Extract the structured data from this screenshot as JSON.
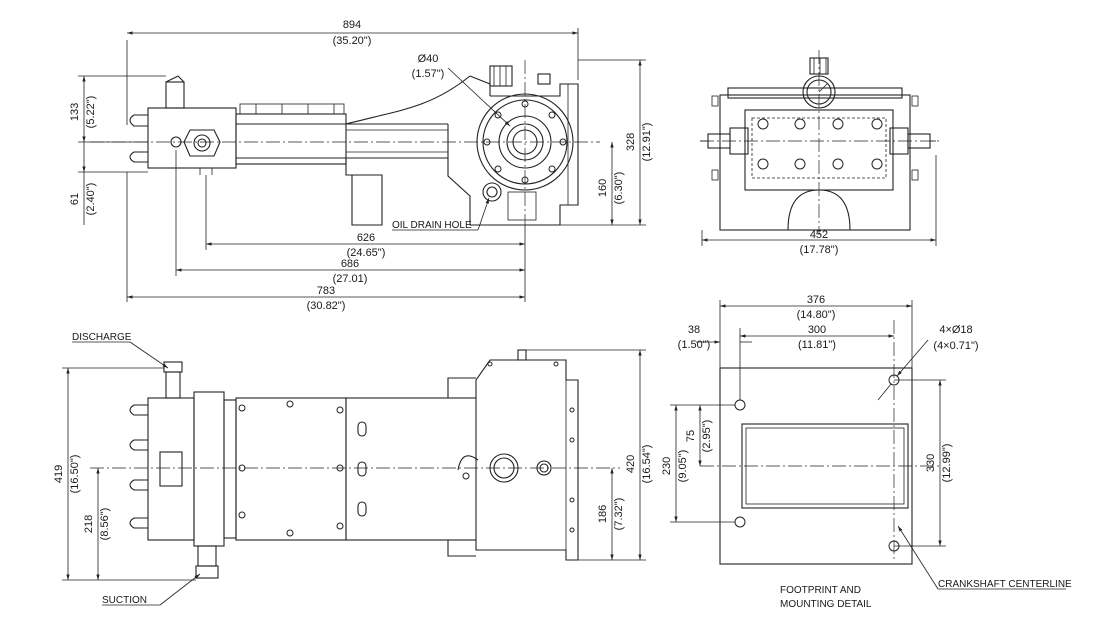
{
  "top_view": {
    "overall_length": {
      "mm": "894",
      "in": "(35.20\")"
    },
    "port_diameter": {
      "mm": "Ø40",
      "in": "(1.57\")"
    },
    "height_above_cl": {
      "mm": "133",
      "in": "(5.22\")"
    },
    "height_below_cl": {
      "mm": "61",
      "in": "(2.40\")"
    },
    "height_total": {
      "mm": "328",
      "in": "(12.91\")"
    },
    "shaft_height": {
      "mm": "160",
      "in": "(6.30\")"
    },
    "oil_drain": "OIL DRAIN HOLE",
    "len_626": {
      "mm": "626",
      "in": "(24.65\")"
    },
    "len_686": {
      "mm": "686",
      "in": "(27.01)"
    },
    "len_783": {
      "mm": "783",
      "in": "(30.82\")"
    }
  },
  "end_view": {
    "width": {
      "mm": "452",
      "in": "(17.78\")"
    }
  },
  "side_view": {
    "discharge": "DISCHARGE",
    "suction": "SUCTION",
    "height_419": {
      "mm": "419",
      "in": "(16.50\")"
    },
    "height_218": {
      "mm": "218",
      "in": "(8.56\")"
    },
    "height_420": {
      "mm": "420",
      "in": "(16.54\")"
    },
    "height_186": {
      "mm": "186",
      "in": "(7.32\")"
    }
  },
  "footprint": {
    "width_376": {
      "mm": "376",
      "in": "(14.80\")"
    },
    "offset_38": {
      "mm": "38",
      "in": "(1.50\")"
    },
    "width_300": {
      "mm": "300",
      "in": "(11.81\")"
    },
    "holes": {
      "mm": "4×Ø18",
      "in": "(4×0.71\")"
    },
    "height_75": {
      "mm": "75",
      "in": "(2.95\")"
    },
    "height_230": {
      "mm": "230",
      "in": "(9.05\")"
    },
    "height_330": {
      "mm": "330",
      "in": "(12.99\")"
    },
    "crankshaft": "CRANKSHAFT CENTERLINE",
    "caption_line1": "FOOTPRINT AND",
    "caption_line2": "MOUNTING DETAIL"
  }
}
